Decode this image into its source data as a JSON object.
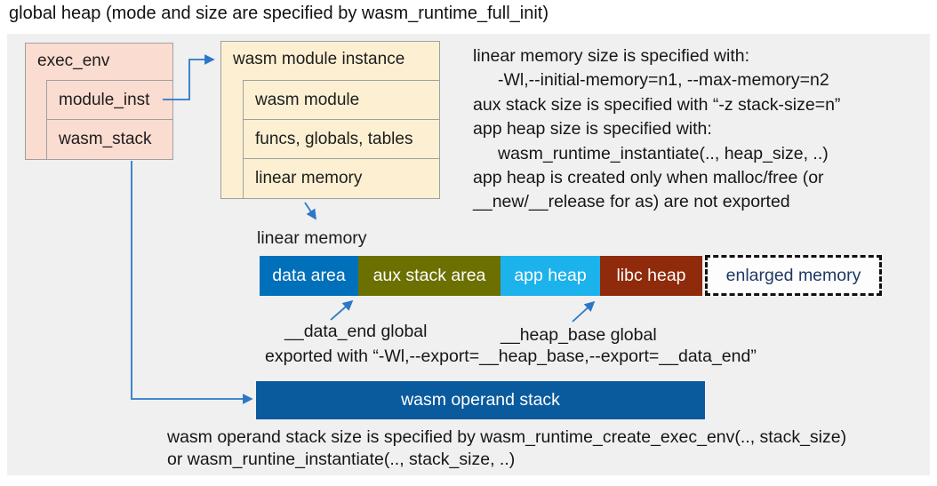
{
  "title": "global heap (mode and size are specified by wasm_runtime_full_init)",
  "exec_env": {
    "label": "exec_env",
    "children": [
      "module_inst",
      "wasm_stack"
    ]
  },
  "module_instance": {
    "label": "wasm module instance",
    "children": [
      "wasm module",
      "funcs, globals, tables",
      "linear memory"
    ]
  },
  "notes_right": {
    "lines": [
      "linear memory size is specified with:",
      "-Wl,--initial-memory=n1, --max-memory=n2",
      "aux stack size is specified with “-z stack-size=n”",
      "app heap size is specified with:",
      "wasm_runtime_instantiate(.., heap_size, ..)",
      "app heap is created only when malloc/free (or",
      "__new/__release for as) are not exported"
    ]
  },
  "linear_memory": {
    "label": "linear memory",
    "segments": [
      {
        "label": "data area",
        "color": "#0070ba"
      },
      {
        "label": "aux stack area",
        "color": "#6c7000"
      },
      {
        "label": "app heap",
        "color": "#1cb2ec"
      },
      {
        "label": "libc heap",
        "color": "#8f2a0a"
      }
    ],
    "enlarged": {
      "label": "enlarged memory",
      "text_color": "#1f3864"
    }
  },
  "globals": {
    "data_end": "__data_end global",
    "heap_base": "__heap_base global",
    "exported": "exported with “-Wl,--export=__heap_base,--export=__data_end”"
  },
  "operand_stack": {
    "label": "wasm operand stack",
    "color": "#0a5a9e"
  },
  "bottom_note": {
    "line1": "wasm operand stack size is specified by wasm_runtime_create_exec_env(.., stack_size)",
    "line2": "or wasm_runtine_instantiate(.., stack_size, ..)"
  },
  "colors": {
    "canvas": "#f0f0f1",
    "struct_salmon": "#fbdcd0",
    "struct_cream": "#fdf0d2",
    "arrow_blue": "#2c78c6"
  }
}
